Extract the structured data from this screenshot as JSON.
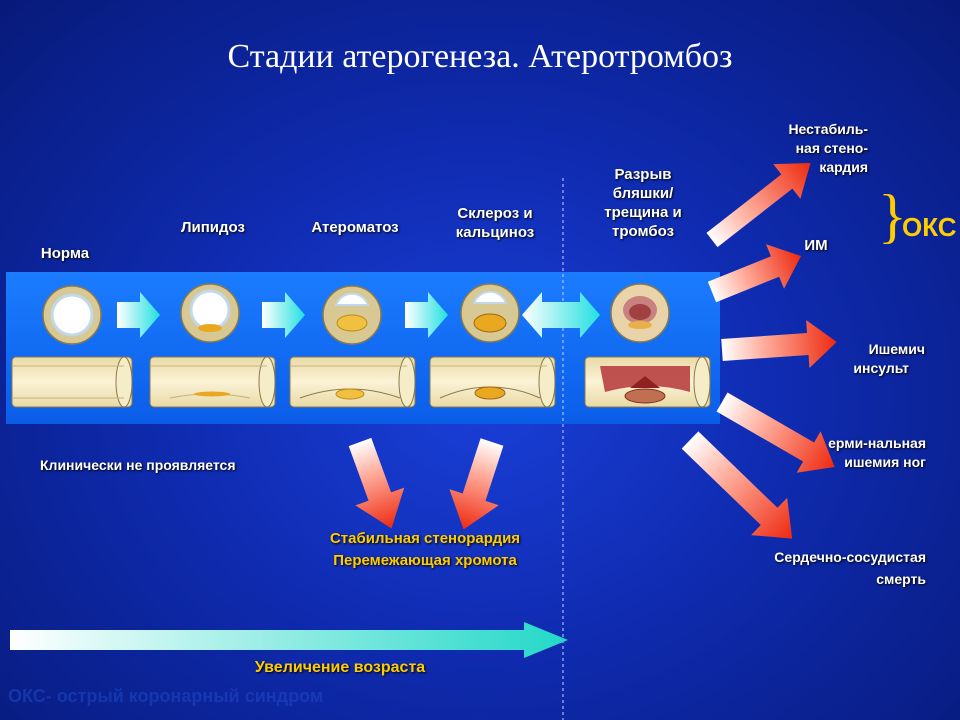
{
  "title": "Стадии атерогенеза. Атеротромбоз",
  "stages": {
    "norma": "Норма",
    "lipidoz": "Липидоз",
    "ateromatoz": "Атероматоз",
    "skleroz_line1": "Склероз и",
    "skleroz_line2": "кальциноз",
    "razryv_line1": "Разрыв",
    "razryv_line2": "бляшки/",
    "razryv_line3": "трещина и",
    "razryv_line4": "тромбоз"
  },
  "outcomes": {
    "unstable_line1": "Нестабиль-",
    "unstable_line2": "ная стено-",
    "unstable_line3": "кардия",
    "mi": "ИМ",
    "okc": "ОКС",
    "stroke_line1": "Ишемич",
    "stroke_line2": "инсульт",
    "limb_line1": "ерми-нальная",
    "limb_line2": "ишемия ног",
    "death_line1": "Сердечно-сосудистая",
    "death_line2": "смерть"
  },
  "clinical_silent": "Клинически не проявляется",
  "stable": {
    "line1": "Стабильная стенорардия",
    "line2": "Перемежающая хромота"
  },
  "age_label": "Увеличение возраста",
  "footnote": "ОКС- острый коронарный синдром"
}
